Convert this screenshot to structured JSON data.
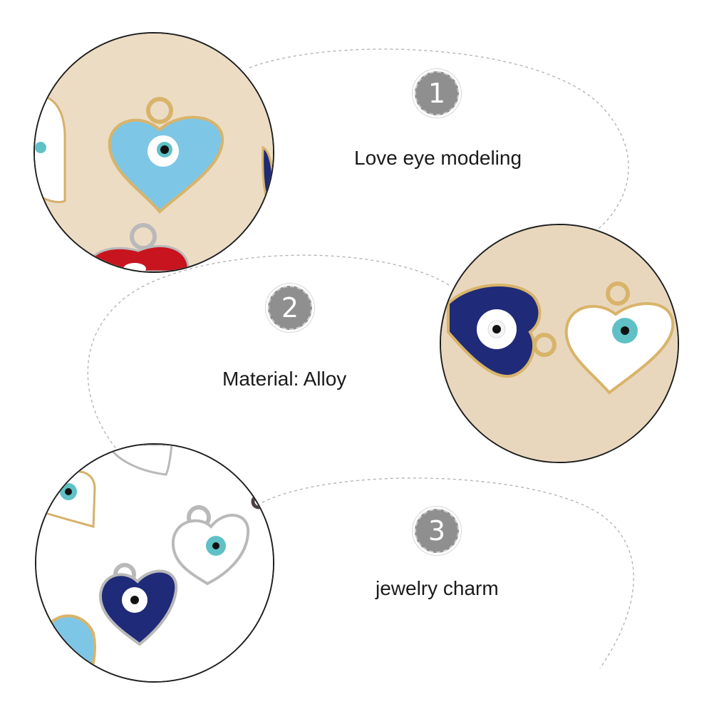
{
  "features": [
    {
      "number": "1",
      "text": "Love eye modeling"
    },
    {
      "number": "2",
      "text": "Material: Alloy"
    },
    {
      "number": "3",
      "text": "jewelry charm"
    }
  ],
  "photos": [
    {
      "subject": "light blue and red heart evil eye charms on beige background",
      "icon": "heart-evil-eye-photo"
    },
    {
      "subject": "navy blue and white heart evil eye charms with gold loops",
      "icon": "heart-evil-eye-photo"
    },
    {
      "subject": "white and navy heart evil eye charms with silver loops",
      "icon": "heart-evil-eye-photo"
    }
  ],
  "colors": {
    "badge": "#8f8f8f",
    "text": "#1a1a1a",
    "dashed_line": "#b5b5b5",
    "beige_background": "#ecdcc4",
    "navy_enamel": "#1f2a78",
    "light_blue_enamel": "#7ec6e6",
    "red_enamel": "#c8141e",
    "gold_metal": "#d8b46a",
    "silver_metal": "#b9b9b9"
  }
}
